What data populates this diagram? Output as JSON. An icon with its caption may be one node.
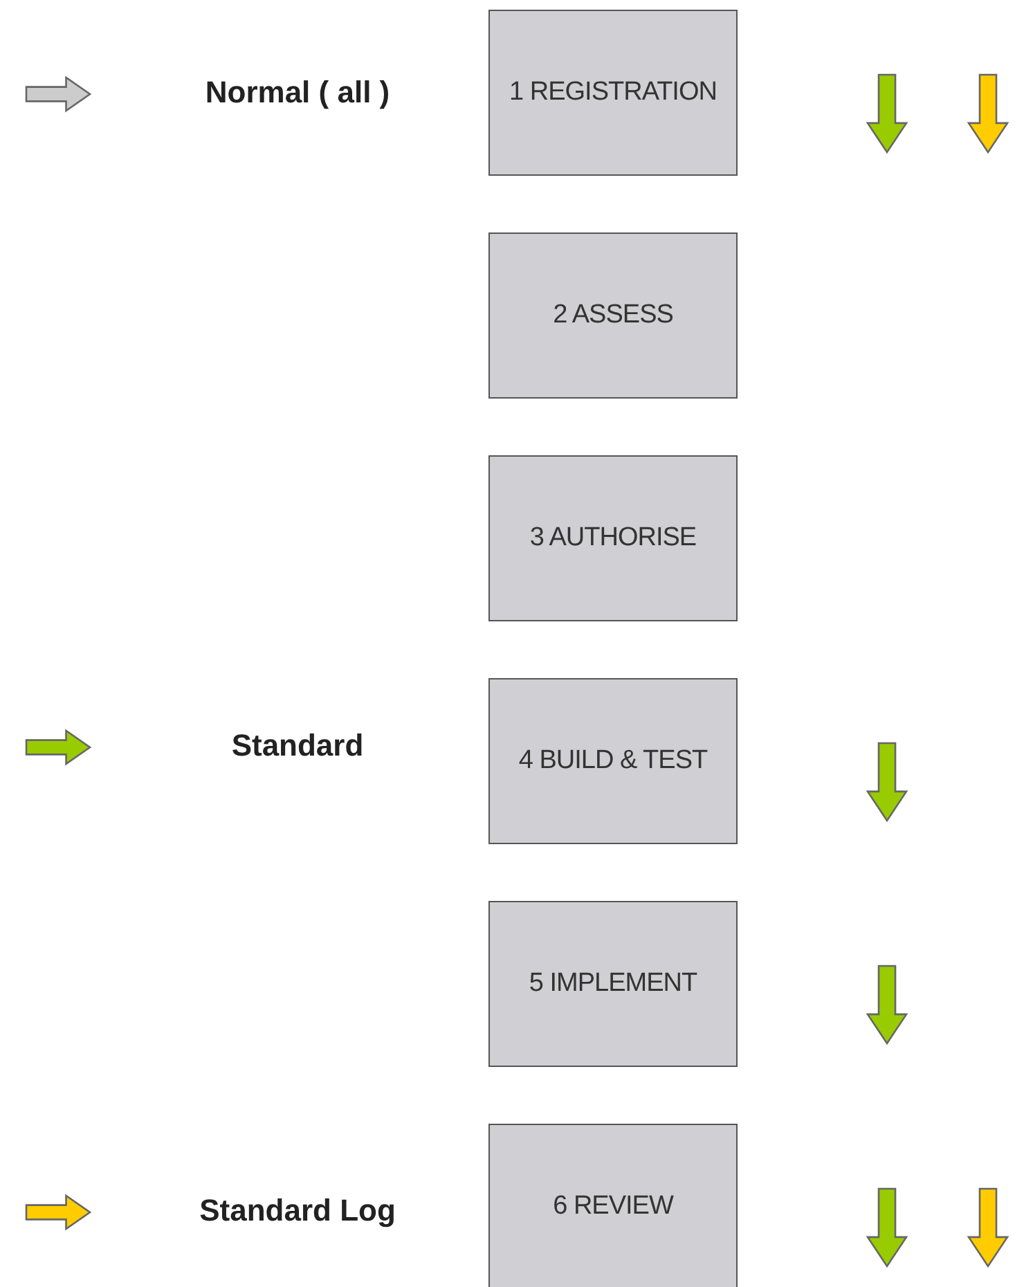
{
  "diagram": {
    "nodes": [
      {
        "text": [
          "1 REGISTRATION"
        ]
      },
      {
        "text": [
          "2 ASSESS"
        ]
      },
      {
        "text": [
          "3 AUTHORISE"
        ]
      },
      {
        "text": [
          "4 BUILD & TEST"
        ]
      },
      {
        "text": [
          "5 IMPLEMENT"
        ]
      },
      {
        "text": [
          "6 REVIEW"
        ]
      }
    ],
    "edges": [],
    "legend": [
      {
        "text": "Normal ( all )",
        "color": "#cccccc"
      },
      {
        "text": "Standard",
        "color": "#99cc00"
      },
      {
        "text": "Standard Log",
        "color": "#ffcc00"
      }
    ]
  }
}
